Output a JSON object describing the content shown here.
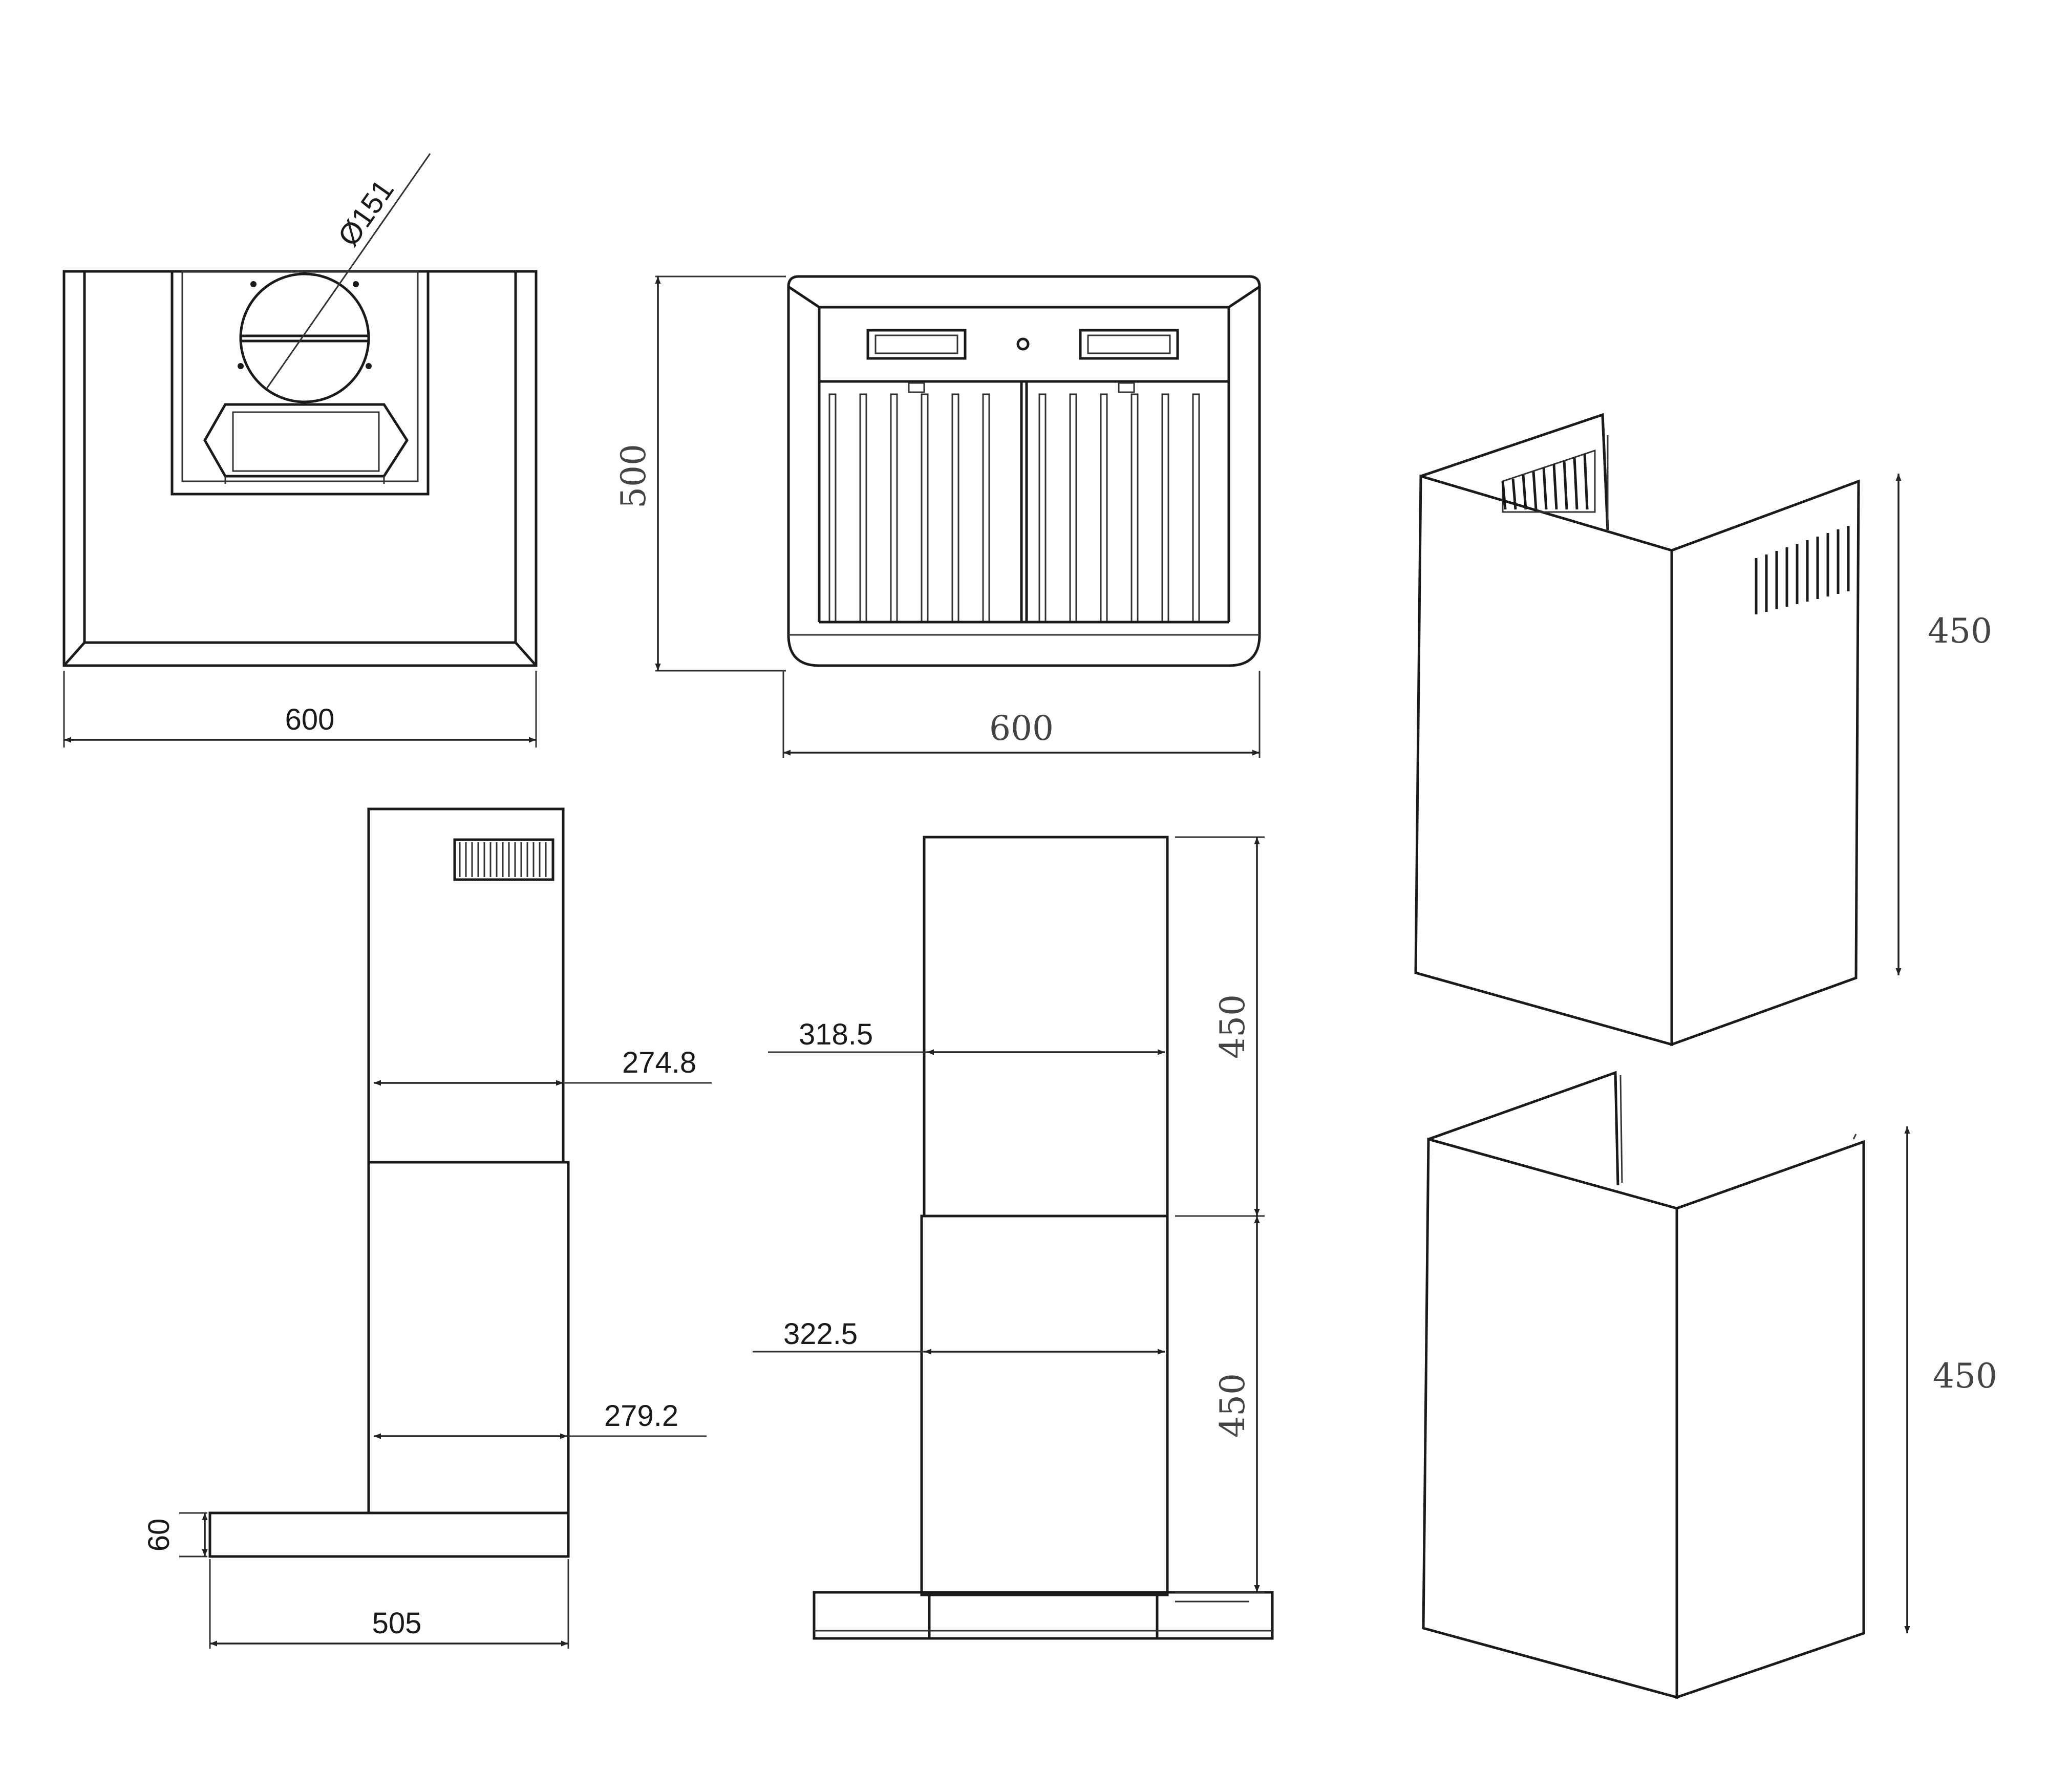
{
  "views": {
    "top_view": {
      "width_label": "600",
      "duct_diameter_label": "Ø151"
    },
    "front_view": {
      "height_label": "500",
      "width_label": "600"
    },
    "side_view": {
      "upper_chimney_label": "274.8",
      "lower_chimney_label": "279.2",
      "canopy_thickness_label": "60",
      "depth_label": "505"
    },
    "rear_view": {
      "upper_chimney_width_label": "318.5",
      "lower_chimney_width_label": "322.5",
      "upper_height_label": "450",
      "lower_height_label": "450"
    },
    "chimney_upper": {
      "height_label": "450"
    },
    "chimney_lower": {
      "height_label": "450"
    }
  }
}
